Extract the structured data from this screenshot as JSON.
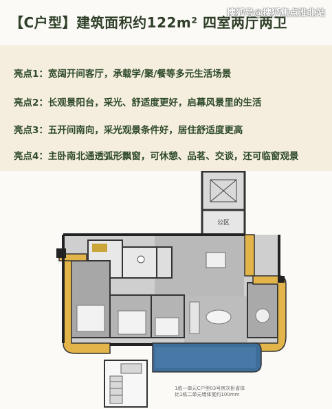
{
  "header": {
    "title": "【C户型】建筑面积约122m² 四室两厅两卫",
    "watermark": "搜狐号@搜狐焦点淮北站"
  },
  "highlights": [
    "亮点1：宽阔开间客厅，承载学/聚/餐等多元生活场景",
    "亮点2：长观景阳台，采光、舒适度更好，启幕风景里的生活",
    "亮点3：五开间南向，采光观景条件好，居住舒适度更高",
    "亮点4：主卧南北通透弧形飘窗，可休憩、品茗、交谈，还可临窗观景"
  ],
  "plan": {
    "area_label": "公区",
    "note_line1": "1栋一单元C户型03号房次卧省体",
    "note_line2": "比1栋二单元墙体宽约100mm"
  },
  "colors": {
    "title": "#2f3f28",
    "highlight_text": "#2e4a2a",
    "band": "#f5eede",
    "balcony": "#e3b44a",
    "pool": "#3f6d9a"
  }
}
